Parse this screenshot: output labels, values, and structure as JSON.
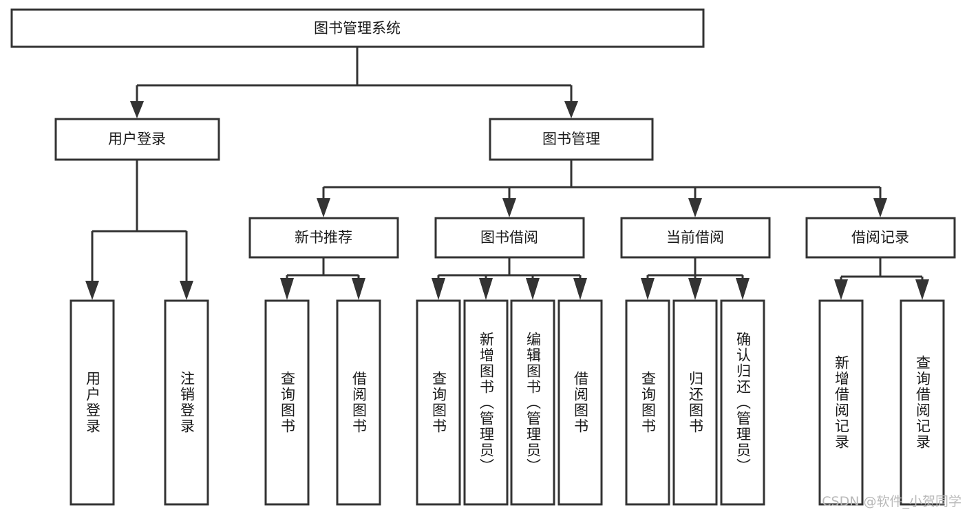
{
  "diagram": {
    "type": "tree-hierarchy",
    "title": "图书管理系统",
    "watermark": "CSDN @软件_小贺同学",
    "colors": {
      "stroke": "#333333",
      "fill": "#ffffff",
      "text": "#1a1a1a",
      "watermark": "#b9b9b9"
    },
    "nodes": {
      "root": {
        "label": "图书管理系统",
        "level": 1,
        "orientation": "horizontal"
      },
      "l2": [
        {
          "id": "user-login",
          "label": "用户登录",
          "level": 2,
          "orientation": "horizontal"
        },
        {
          "id": "book-manage",
          "label": "图书管理",
          "level": 2,
          "orientation": "horizontal"
        }
      ],
      "l3": [
        {
          "id": "new-book-recommend",
          "label": "新书推荐",
          "level": 3,
          "orientation": "horizontal"
        },
        {
          "id": "book-borrow",
          "label": "图书借阅",
          "level": 3,
          "orientation": "horizontal"
        },
        {
          "id": "current-borrow",
          "label": "当前借阅",
          "level": 3,
          "orientation": "horizontal"
        },
        {
          "id": "borrow-record",
          "label": "借阅记录",
          "level": 3,
          "orientation": "horizontal"
        }
      ],
      "leaves": [
        {
          "id": "leaf-user-login",
          "label": "用户登录",
          "parent": "user-login",
          "orientation": "vertical"
        },
        {
          "id": "leaf-user-logout",
          "label": "注销登录",
          "parent": "user-login",
          "orientation": "vertical"
        },
        {
          "id": "leaf-query-book-1",
          "label": "查询图书",
          "parent": "new-book-recommend",
          "orientation": "vertical"
        },
        {
          "id": "leaf-borrow-book-1",
          "label": "借阅图书",
          "parent": "new-book-recommend",
          "orientation": "vertical"
        },
        {
          "id": "leaf-query-book-2",
          "label": "查询图书",
          "parent": "book-borrow",
          "orientation": "vertical"
        },
        {
          "id": "leaf-add-book-admin",
          "label": "新增图书（管理员）",
          "parent": "book-borrow",
          "orientation": "vertical"
        },
        {
          "id": "leaf-edit-book-admin",
          "label": "编辑图书（管理员）",
          "parent": "book-borrow",
          "orientation": "vertical"
        },
        {
          "id": "leaf-borrow-book-2",
          "label": "借阅图书",
          "parent": "book-borrow",
          "orientation": "vertical"
        },
        {
          "id": "leaf-query-book-3",
          "label": "查询图书",
          "parent": "current-borrow",
          "orientation": "vertical"
        },
        {
          "id": "leaf-return-book",
          "label": "归还图书",
          "parent": "current-borrow",
          "orientation": "vertical"
        },
        {
          "id": "leaf-confirm-return-admin",
          "label": "确认归还（管理员）",
          "parent": "current-borrow",
          "orientation": "vertical"
        },
        {
          "id": "leaf-add-borrow-record",
          "label": "新增借阅记录",
          "parent": "borrow-record",
          "orientation": "vertical"
        },
        {
          "id": "leaf-query-borrow-record",
          "label": "查询借阅记录",
          "parent": "borrow-record",
          "orientation": "vertical"
        }
      ]
    }
  }
}
